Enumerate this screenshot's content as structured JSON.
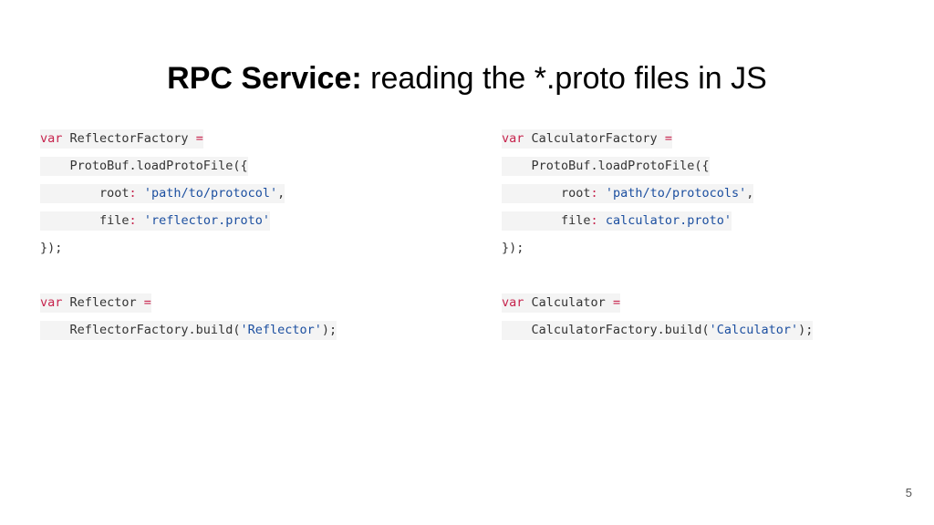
{
  "slide": {
    "title_bold": "RPC Service:",
    "title_rest": " reading the *.proto files in JS",
    "page_number": "5"
  },
  "left_code": {
    "l1_kw": "var",
    "l1_name": " ReflectorFactory ",
    "l1_eq": "=",
    "l2": "    ProtoBuf.loadProtoFile({",
    "l3_indent": "        ",
    "l3_key": "root",
    "l3_colon": ": ",
    "l3_val": "'path/to/protocol'",
    "l3_end": ",",
    "l4_indent": "        ",
    "l4_key": "file",
    "l4_colon": ": ",
    "l4_val": "'reflector.proto'",
    "l5": "});",
    "l7_kw": "var",
    "l7_name": " Reflector ",
    "l7_eq": "=",
    "l8_pre": "    ReflectorFactory.build(",
    "l8_val": "'Reflector'",
    "l8_end": ");"
  },
  "right_code": {
    "l1_kw": "var",
    "l1_name": " CalculatorFactory ",
    "l1_eq": "=",
    "l2": "    ProtoBuf.loadProtoFile({",
    "l3_indent": "        ",
    "l3_key": "root",
    "l3_colon": ": ",
    "l3_val": "'path/to/protocols'",
    "l3_end": ",",
    "l4_indent": "        ",
    "l4_key": "file",
    "l4_colon": ": ",
    "l4_val": "calculator.proto'",
    "l5": "});",
    "l7_kw": "var",
    "l7_name": " Calculator ",
    "l7_eq": "=",
    "l8_pre": "    CalculatorFactory.build(",
    "l8_val": "'Calculator'",
    "l8_end": ");"
  }
}
